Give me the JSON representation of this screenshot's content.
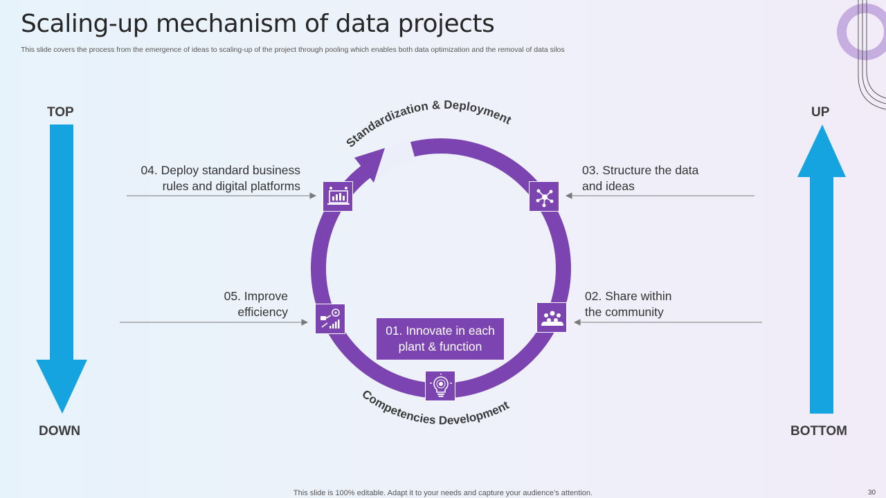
{
  "header": {
    "title": "Scaling-up mechanism of data projects",
    "subtitle": "This slide covers the process from the emergence of ideas to scaling-up of the project through pooling which enables both data optimization and the removal of data silos"
  },
  "left_axis": {
    "top_label": "TOP",
    "bottom_label": "DOWN"
  },
  "right_axis": {
    "top_label": "UP",
    "bottom_label": "BOTTOM"
  },
  "cycle": {
    "arc_top_label": "Standardization & Deployment",
    "arc_bottom_label": "Competencies Development",
    "center": {
      "line1": "01. Innovate in each",
      "line2": "plant & function"
    },
    "steps": [
      {
        "id": "02",
        "line1": "02. Share within",
        "line2": "the community",
        "icon": "community-icon"
      },
      {
        "id": "03",
        "line1": "03. Structure the data",
        "line2": "and ideas",
        "icon": "network-icon"
      },
      {
        "id": "04",
        "line1": "04. Deploy standard business",
        "line2": "rules and digital platforms",
        "icon": "dashboard-icon"
      },
      {
        "id": "05",
        "line1": "05. Improve",
        "line2": "efficiency",
        "icon": "efficiency-icon"
      },
      {
        "id": "01",
        "icon": "idea-bulb-icon"
      }
    ]
  },
  "footer": {
    "note": "This slide is 100% editable. Adapt it to your needs and capture your audience’s attention.",
    "page_number": "30"
  },
  "colors": {
    "accent_purple": "#7b44b0",
    "arrow_blue": "#16a4e0",
    "deco_lilac": "#c7aee0"
  }
}
